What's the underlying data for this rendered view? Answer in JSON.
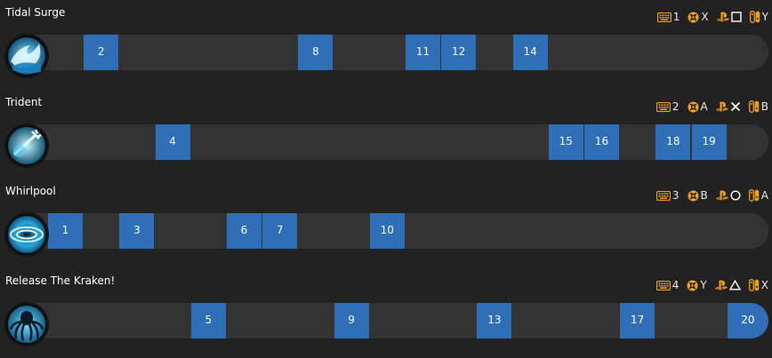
{
  "abilities": [
    {
      "name": "Tidal Surge",
      "icon": "wave-icon",
      "bindings": {
        "keyboard": "1",
        "xbox": "X",
        "playstation": "square",
        "nintendo": "Y"
      },
      "active_levels": [
        2,
        8,
        11,
        12,
        14
      ]
    },
    {
      "name": "Trident",
      "icon": "trident-icon",
      "bindings": {
        "keyboard": "2",
        "xbox": "A",
        "playstation": "cross",
        "nintendo": "B"
      },
      "active_levels": [
        4,
        15,
        16,
        18,
        19
      ]
    },
    {
      "name": "Whirlpool",
      "icon": "whirlpool-icon",
      "bindings": {
        "keyboard": "3",
        "xbox": "B",
        "playstation": "circle",
        "nintendo": "A"
      },
      "active_levels": [
        1,
        3,
        6,
        7,
        10
      ]
    },
    {
      "name": "Release The Kraken!",
      "icon": "kraken-icon",
      "bindings": {
        "keyboard": "4",
        "xbox": "Y",
        "playstation": "triangle",
        "nintendo": "X"
      },
      "active_levels": [
        5,
        9,
        13,
        17,
        20
      ]
    }
  ],
  "total_levels": 20,
  "colors": {
    "background": "#222222",
    "track": "#333333",
    "active_slot": "#2e6fb8",
    "binding_icon": "#f0a020"
  }
}
